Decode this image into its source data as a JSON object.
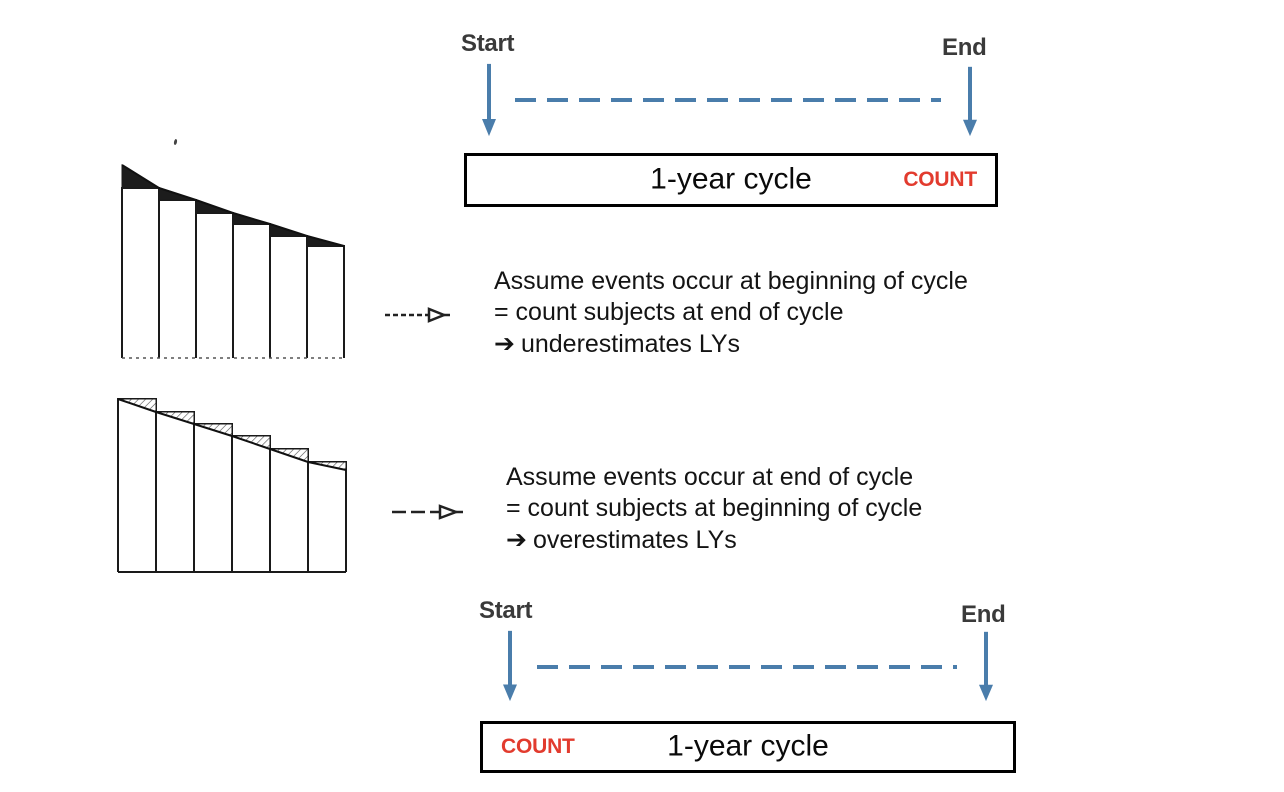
{
  "palette": {
    "blue": "#4a7dab",
    "red": "#e23b2e",
    "label": "#3a3a3a",
    "ink": "#141414"
  },
  "icons": {
    "timeline_arrow": "down-arrow",
    "annotation_pointer": "open-right-arrow",
    "timeline_connector": "dashed-line"
  },
  "top_timeline": {
    "start_label": "Start",
    "end_label": "End"
  },
  "bottom_timeline": {
    "start_label": "Start",
    "end_label": "End"
  },
  "boxes": {
    "top": {
      "cycle_label": "1-year cycle",
      "count_label": "COUNT",
      "count_position": "right"
    },
    "bottom": {
      "cycle_label": "1-year cycle",
      "count_label": "COUNT",
      "count_position": "left"
    }
  },
  "annotations": [
    {
      "line1": "Assume events occur at beginning of cycle",
      "line2": "= count subjects at end of cycle",
      "arrow_glyph": "➔",
      "line3": "underestimates LYs"
    },
    {
      "line1": "Assume events occur at end of cycle",
      "line2": "= count subjects at beginning of cycle",
      "arrow_glyph": "➔",
      "line3": "overestimates LYs"
    }
  ],
  "figures": {
    "count_at_end": {
      "description": "Survival curve with 6 yearly bars set to the curve value at the end of each cycle; solid dark shading shows area lost between curve and bar tops",
      "count_at": "end",
      "n_cycles": 6,
      "x_bounds": [
        2,
        39,
        76,
        113,
        150,
        187,
        224
      ],
      "curve_y": [
        5,
        28,
        40,
        53,
        64,
        76,
        86
      ],
      "bar_bottom": 198,
      "shading": "solid"
    },
    "count_at_beginning": {
      "description": "Survival curve with 6 yearly bars set to the curve value at the beginning of each cycle; hatched shading shows extra area between bar tops and curve",
      "count_at": "beginning",
      "n_cycles": 6,
      "x_bounds": [
        3,
        41,
        79,
        117,
        155,
        193,
        231
      ],
      "curve_y": [
        5,
        18,
        30,
        42,
        55,
        68,
        76
      ],
      "bar_bottom": 178,
      "shading": "hatch"
    }
  }
}
